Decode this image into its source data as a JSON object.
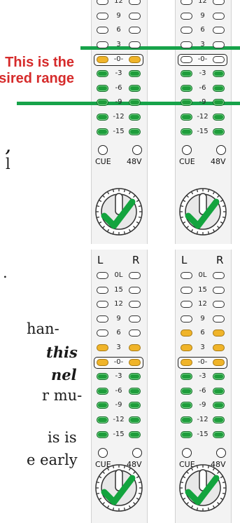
{
  "article": {
    "lines": [
      {
        "text": "",
        "top": 0
      },
      {
        "text": "",
        "top": 0
      },
      {
        "text": ",",
        "style": "bi"
      },
      {
        "text": "l"
      },
      {
        "text": "."
      },
      {
        "text": "han-"
      },
      {
        "text": "this",
        "style": "bi"
      },
      {
        "text": "nel",
        "style": "bi"
      },
      {
        "text": "r mu-"
      },
      {
        "text": "is is"
      },
      {
        "text": "e early"
      }
    ]
  },
  "callout": {
    "line1": "This is the",
    "line2": "sired range"
  },
  "meter": {
    "levels_top": [
      "0L",
      "15",
      "12",
      "9",
      "6",
      "3",
      "-0-",
      "-3",
      "-6",
      "-9",
      "-12",
      "-15"
    ],
    "button_labels": [
      "CUE",
      "48V"
    ],
    "channel_labels": [
      "L",
      "R"
    ]
  },
  "colors": {
    "accent_red": "#d62b2b",
    "accent_green": "#17a34a",
    "led_green": "#1e9d3b",
    "led_amber": "#f0b429"
  },
  "icons": [
    "checkmark-icon",
    "knob-icon"
  ]
}
